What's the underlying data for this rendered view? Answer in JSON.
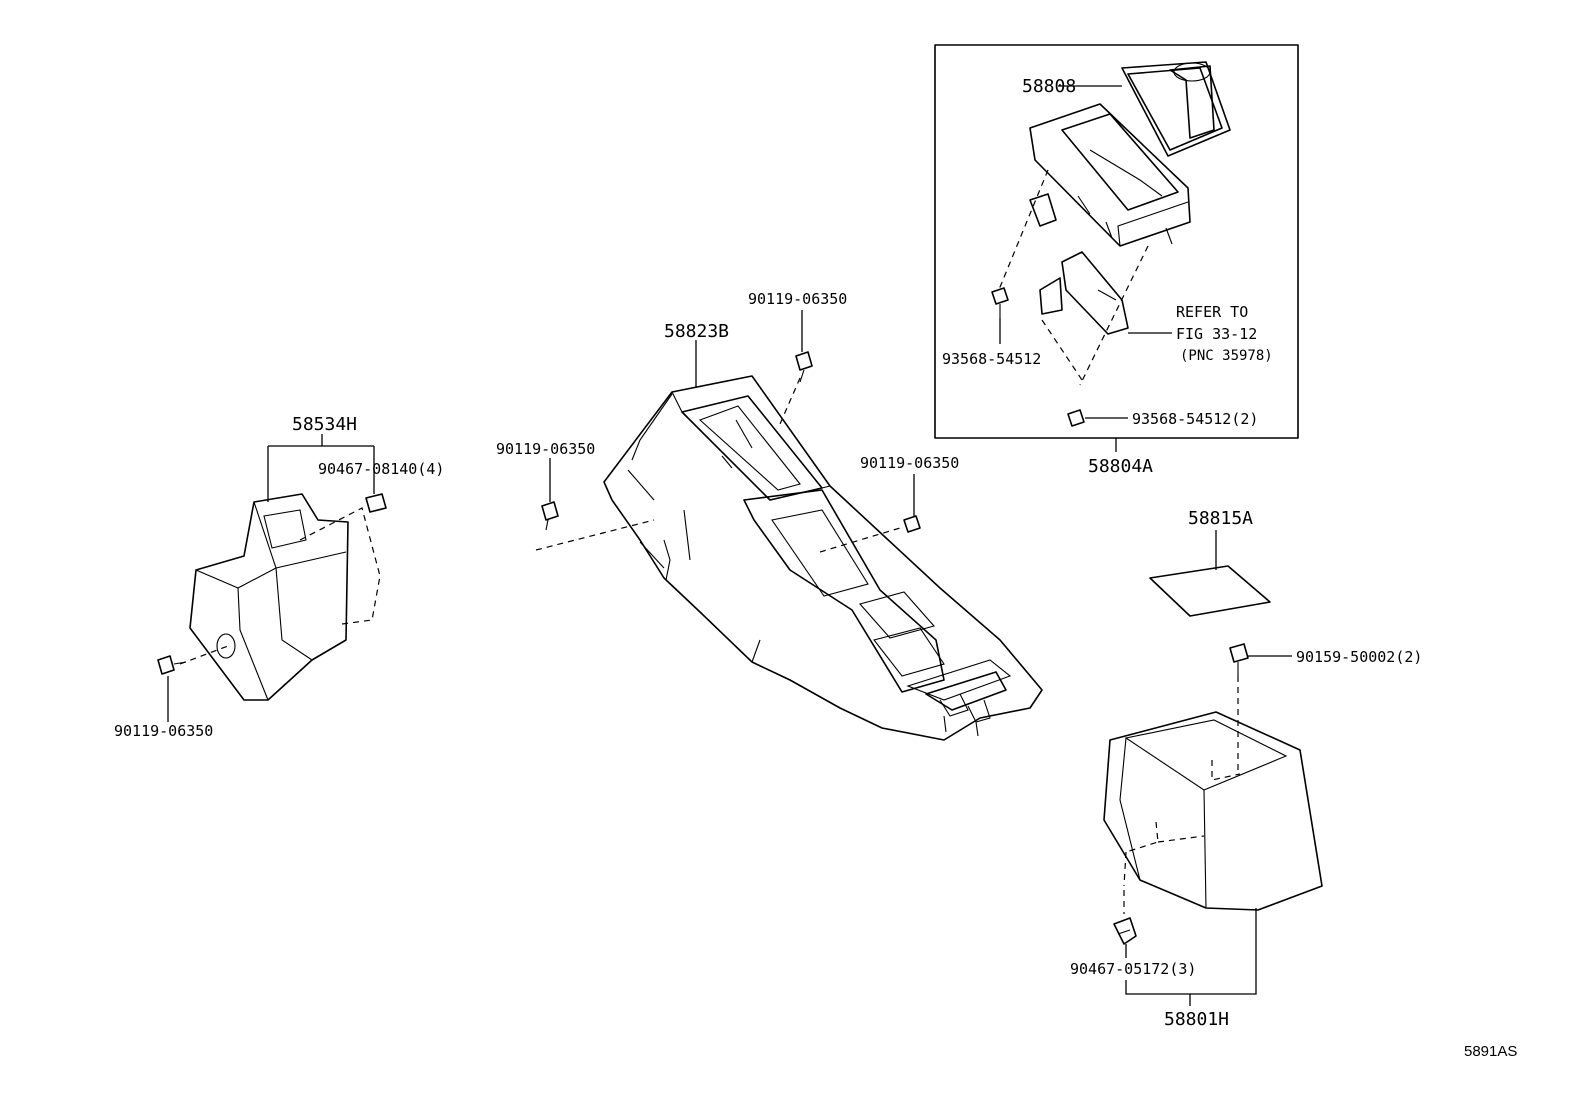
{
  "labels": {
    "p58808": "58808",
    "p58823b": "58823B",
    "p58534h": "58534H",
    "p58804a": "58804A",
    "p58815a": "58815A",
    "p58801h": "58801H",
    "b_top_center": "90119-06350",
    "b_left_center": "90119-06350",
    "b_right_center": "90119-06350",
    "b_left_bottom": "90119-06350",
    "b_clip_58534h": "90467-08140(4)",
    "b_93568_a": "93568-54512",
    "b_93568_b": "93568-54512(2)",
    "b_90159": "90159-50002(2)",
    "b_90467_05172": "90467-05172(3)",
    "refer_line1": "REFER TO",
    "refer_line2": "FIG 33-12",
    "refer_line3": "(PNC 35978)",
    "figure_code": "5891AS"
  },
  "icons": {
    "bolt": "bolt-icon",
    "clip": "clip-icon"
  }
}
